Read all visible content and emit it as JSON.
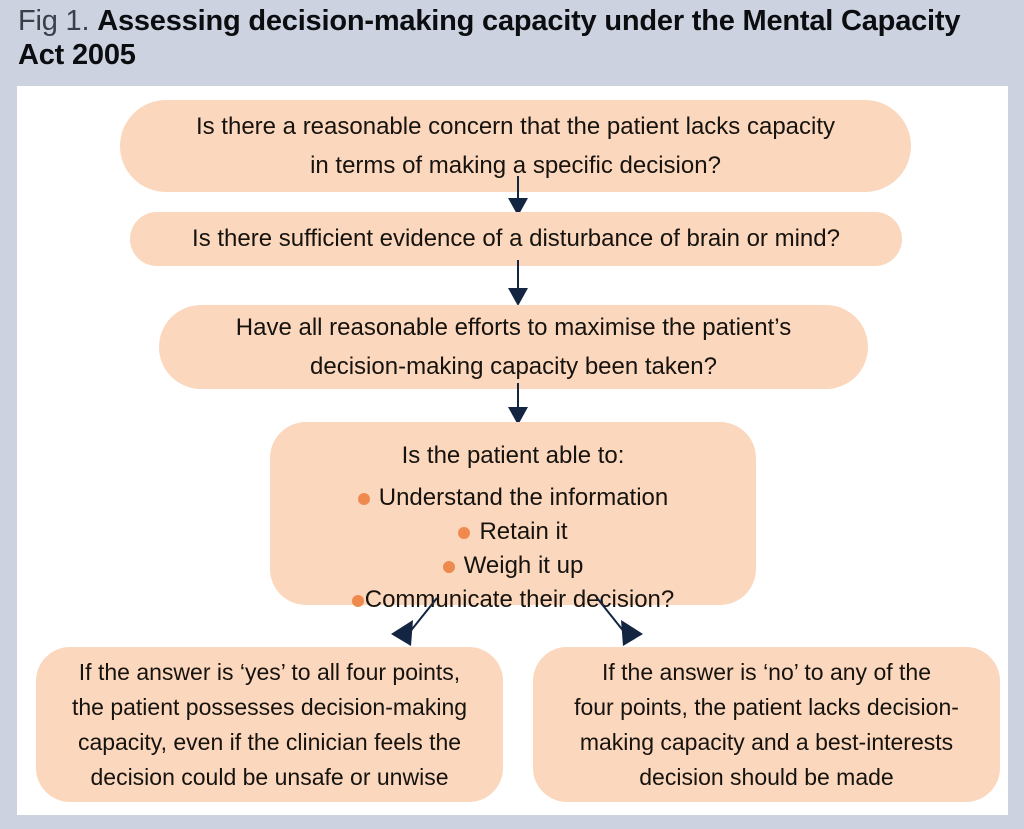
{
  "title": {
    "label": "Fig 1.",
    "headline": "Assessing decision-making capacity under the Mental Capacity Act 2005"
  },
  "colors": {
    "page_background": "#ccd2e0",
    "panel_background": "#ffffff",
    "box_fill": "#fbd7bd",
    "bullet_dot": "#ef8a4f",
    "arrow": "#142542",
    "text": "#16130f"
  },
  "flowchart": {
    "type": "flowchart",
    "orientation": "top-to-bottom",
    "nodes": [
      {
        "id": "concern",
        "lines": [
          "Is there a reasonable concern that the patient lacks capacity",
          "in terms of making a specific decision?"
        ]
      },
      {
        "id": "disturbance",
        "lines": [
          "Is there sufficient evidence of a disturbance of brain or mind?"
        ]
      },
      {
        "id": "efforts",
        "lines": [
          "Have all reasonable efforts to maximise the patient’s",
          "decision-making capacity been taken?"
        ]
      },
      {
        "id": "able-to",
        "intro": "Is the patient able to:",
        "bullets": [
          "Understand the information",
          "Retain it",
          "Weigh it up",
          "Communicate their decision?"
        ]
      },
      {
        "id": "outcome-yes",
        "lines": [
          "If the answer is ‘yes’ to all four points,",
          "the patient possesses decision-making",
          "capacity, even if the clinician feels the",
          "decision could be unsafe or unwise"
        ]
      },
      {
        "id": "outcome-no",
        "lines": [
          "If the answer is ‘no’ to any of the",
          "four points, the patient lacks decision-",
          "making capacity and a best-interests",
          "decision should be made"
        ]
      }
    ],
    "edges": [
      {
        "from": "concern",
        "to": "disturbance",
        "style": "straight-down-arrow"
      },
      {
        "from": "disturbance",
        "to": "efforts",
        "style": "straight-down-arrow"
      },
      {
        "from": "efforts",
        "to": "able-to",
        "style": "straight-down-arrow"
      },
      {
        "from": "able-to",
        "to": "outcome-yes",
        "style": "diagonal-down-left-arrow"
      },
      {
        "from": "able-to",
        "to": "outcome-no",
        "style": "diagonal-down-right-arrow"
      }
    ]
  }
}
